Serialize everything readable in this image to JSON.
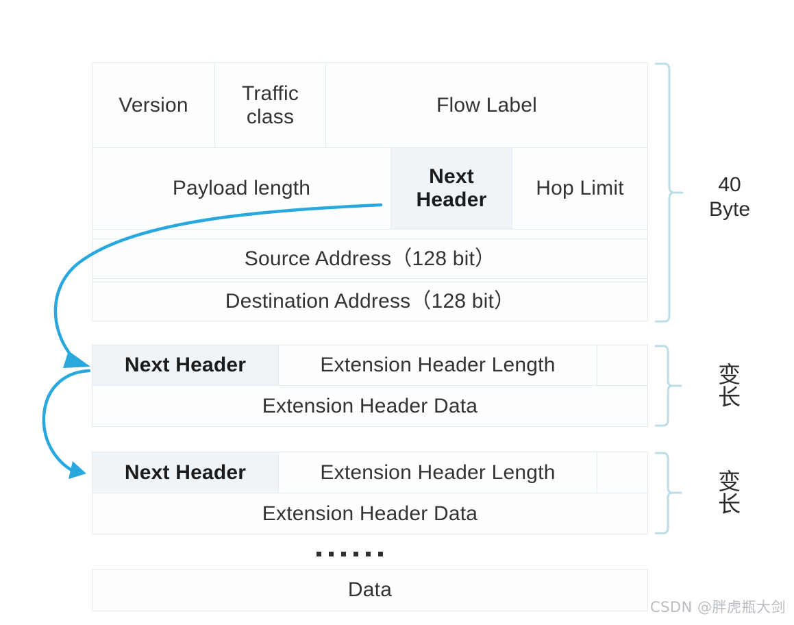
{
  "diagram": {
    "title": "IPv6 Packet Header Structure",
    "colors": {
      "cell_bg": "#fbfdfe",
      "cell_border": "#e3ebef",
      "highlight_bg": "#eef4f8",
      "arrow": "#29a8dd",
      "brace": "#bcdde6",
      "text": "#333333",
      "watermark": "#b9bcc0"
    }
  },
  "base_header": {
    "row1": [
      {
        "label": "Version",
        "highlight": false
      },
      {
        "label": "Traffic\nclass",
        "highlight": false
      },
      {
        "label": "Flow Label",
        "highlight": false
      }
    ],
    "row2": [
      {
        "label": "Payload length",
        "highlight": false
      },
      {
        "label": "Next\nHeader",
        "highlight": true
      },
      {
        "label": "Hop Limit",
        "highlight": false
      }
    ],
    "row3": {
      "label": "Source Address（128 bit）",
      "highlight": false
    },
    "row4": {
      "label": "Destination Address（128 bit）",
      "highlight": false
    },
    "size_label": "40\nByte"
  },
  "extension_headers": [
    {
      "next_header": "Next Header",
      "length": "Extension  Header Length",
      "data": "Extension  Header Data",
      "size_label": "变长"
    },
    {
      "next_header": "Next Header",
      "length": "Extension  Header Length",
      "data": "Extension  Header Data",
      "size_label": "变长"
    }
  ],
  "ellipsis": {
    "dots": 6
  },
  "payload": {
    "label": "Data"
  },
  "watermark": {
    "text": "CSDN @胖虎瓶大剑"
  }
}
